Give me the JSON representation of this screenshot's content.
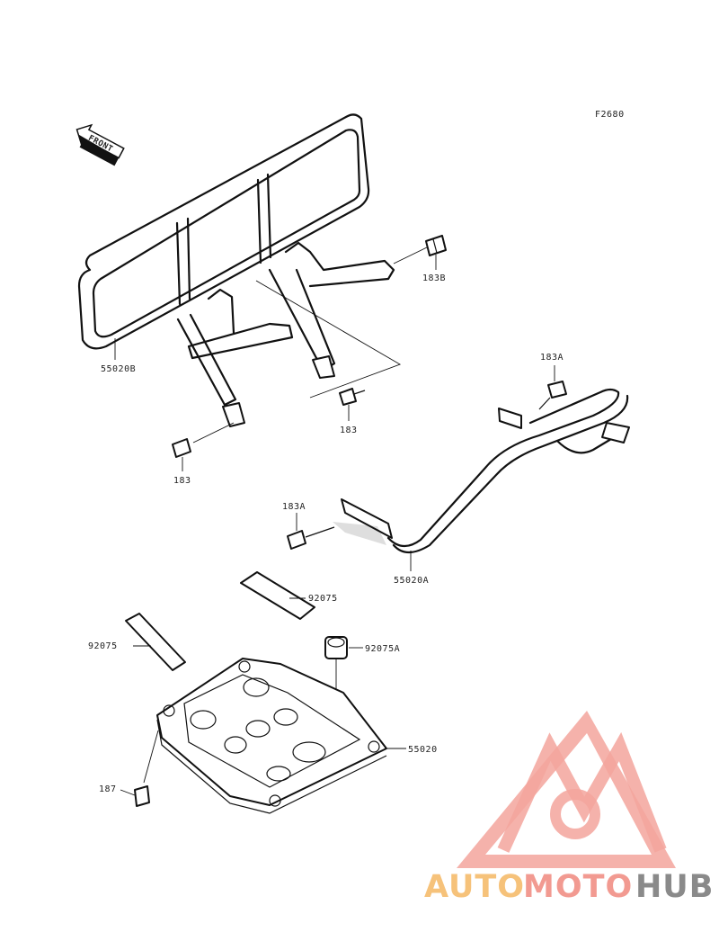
{
  "figure_code": "F2680",
  "front_arrow": "FRONT",
  "parts": {
    "rear_carrier": "55020B",
    "front_bar": "55020A",
    "skid_plate": "55020",
    "bolt_183b": "183B",
    "bolt_183_upper": "183",
    "bolt_183_lower": "183",
    "bolt_183a_upper": "183A",
    "bolt_183a_lower": "183A",
    "pad_upper": "92075",
    "pad_lower": "92075",
    "collar": "92075A",
    "bolt_187": "187"
  },
  "watermark": {
    "part1": "AUTO",
    "part2": "MOTO",
    "part3": "HUB",
    "colors": {
      "auto": "#f6c27a",
      "moto": "#f29a91",
      "hub": "#8a8a8a",
      "triangle": "#f3a49c"
    }
  }
}
